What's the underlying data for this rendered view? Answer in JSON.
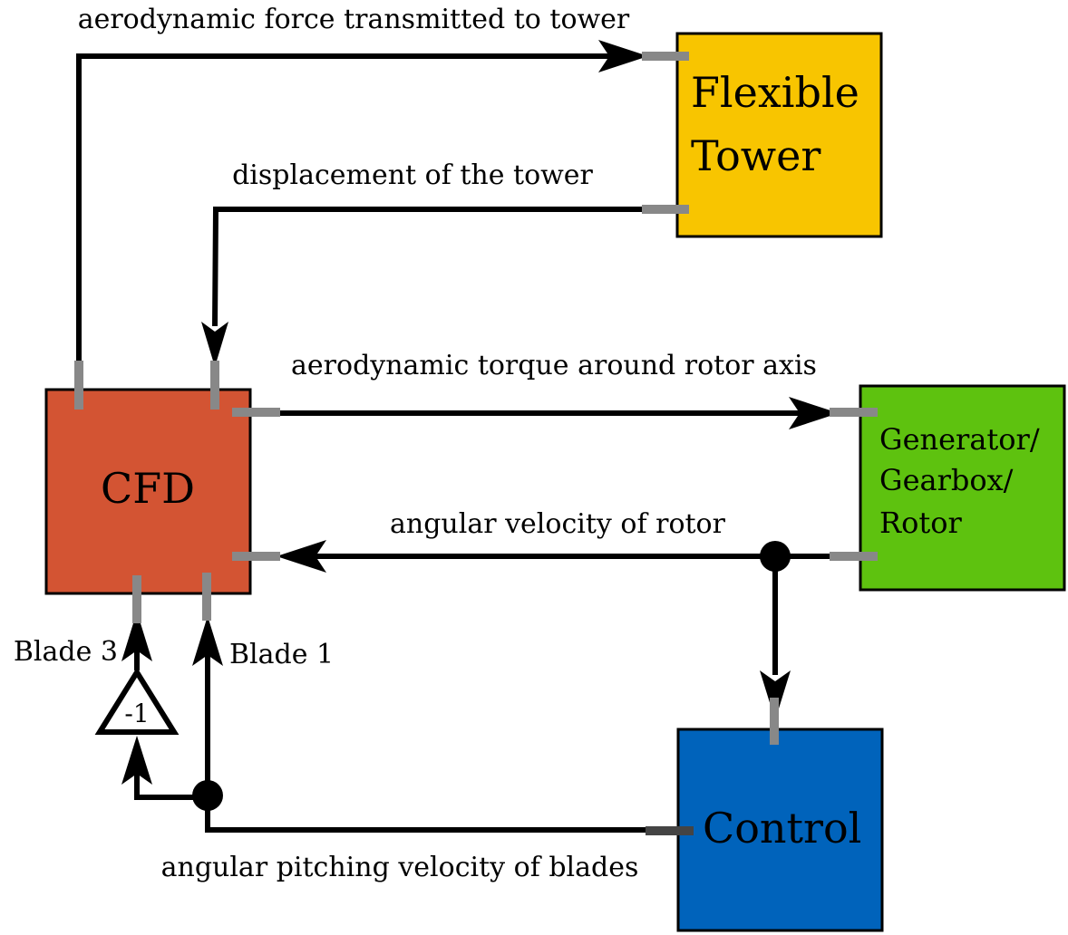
{
  "blocks": {
    "tower": {
      "label_lines": [
        "Flexible",
        "Tower"
      ],
      "color": "#F8C500"
    },
    "cfd": {
      "label_lines": [
        "CFD"
      ],
      "color": "#D35433"
    },
    "generator": {
      "label_lines": [
        "Generator/",
        "Gearbox/",
        "Rotor"
      ],
      "color": "#5EC20F"
    },
    "control": {
      "label_lines": [
        "Control"
      ],
      "color": "#0063BB"
    },
    "gain": {
      "label": "-1"
    }
  },
  "signals": {
    "force_to_tower": "aerodynamic force transmitted to tower",
    "tower_displacement": "displacement of the tower",
    "torque": "aerodynamic torque around rotor axis",
    "rotor_velocity": "angular velocity of rotor",
    "pitch_velocity": "angular pitching velocity of blades",
    "blade3": "Blade 3",
    "blade1": "Blade 1"
  },
  "colors": {
    "port": "#888888",
    "wire": "#000000"
  }
}
